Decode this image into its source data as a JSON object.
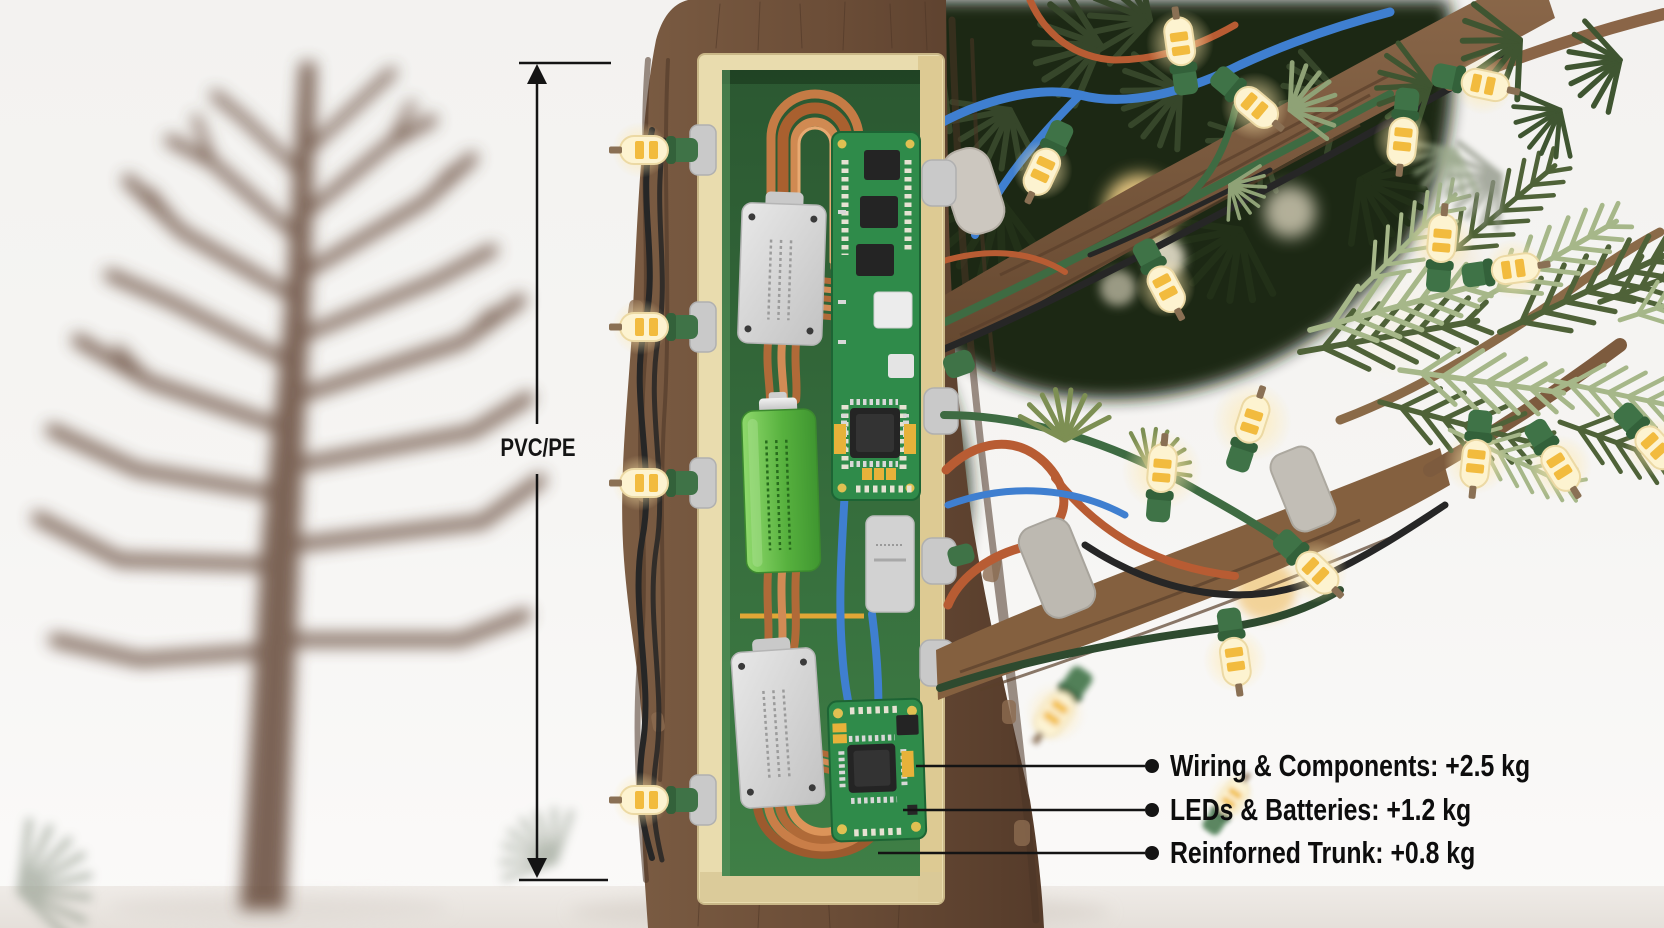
{
  "labels": {
    "dimension": "PVC/PE"
  },
  "callouts": [
    {
      "label": "Wiring & Components: +2.5 kg"
    },
    {
      "label": "LEDs & Batteries: +1.2 kg"
    },
    {
      "label": "Reinforned Trunk: +0.8 kg"
    }
  ],
  "colors": {
    "bg": "#f4f3f1",
    "trunk-brown": "#6f523c",
    "panel-cream": "#e9dcae",
    "interior-green": "#35683b",
    "pcb-green": "#2f8b4a",
    "battery-green": "#55b13e",
    "copper": "#c07845",
    "bulb-glass": "#fdf3d0",
    "bulb-filament": "#f2bb3e",
    "socket-green": "#3f7347",
    "wire-blue": "#3f7fd0",
    "wire-green": "#3e6b42",
    "wire-orange": "#b85c33",
    "wire-black": "#262626",
    "needle-dark": "#36462a",
    "needle-sage": "#a6b789",
    "annotation-ink": "#141414"
  }
}
